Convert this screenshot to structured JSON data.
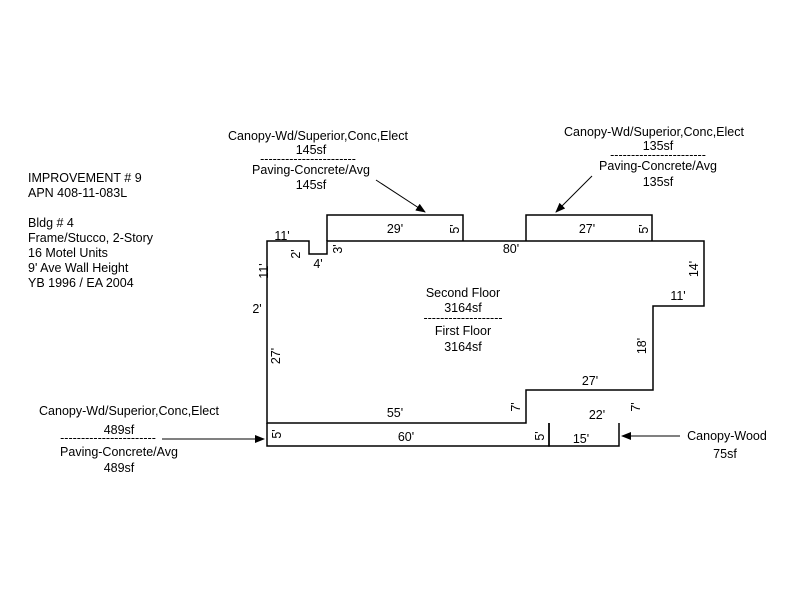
{
  "info": {
    "improvement": "IMPROVEMENT # 9",
    "apn": "APN 408-11-083L",
    "bldg": "Bldg # 4",
    "construction": "Frame/Stucco, 2-Story",
    "units": "16 Motel Units",
    "wall_height": "9' Ave Wall Height",
    "year": "YB 1996 / EA 2004"
  },
  "center": {
    "second_floor": "Second Floor",
    "second_area": "3164sf",
    "divider": "-------------------",
    "first_floor": "First Floor",
    "first_area": "3164sf"
  },
  "callouts": {
    "top_left": {
      "line1": "Canopy-Wd/Superior,Conc,Elect",
      "line2": "145sf",
      "divider": "-----------------------",
      "line3": "Paving-Concrete/Avg",
      "line4": "145sf"
    },
    "top_right": {
      "line1": "Canopy-Wd/Superior,Conc,Elect",
      "line2": "135sf",
      "divider": "-----------------------",
      "line3": "Paving-Concrete/Avg",
      "line4": "135sf"
    },
    "bottom_left": {
      "line1": "Canopy-Wd/Superior,Conc,Elect",
      "line2": "489sf",
      "divider": "-----------------------",
      "line3": "Paving-Concrete/Avg",
      "line4": "489sf"
    },
    "bottom_right": {
      "line1": "Canopy-Wood",
      "line2": "75sf"
    }
  },
  "dimensions": {
    "top_left_11": "11'",
    "left_2_small": "2'",
    "notch_4": "4'",
    "left_11": "11'",
    "left_2": "2'",
    "left_27": "27'",
    "canopy1_29": "29'",
    "canopy1_5": "5'",
    "canopy1_3": "3'",
    "top_80": "80'",
    "canopy2_27": "27'",
    "canopy2_5": "5'",
    "right_14": "14'",
    "right_11": "11'",
    "right_18": "18'",
    "step_27": "27'",
    "step_7_left": "7'",
    "step_7_right": "7'",
    "bottom_55": "55'",
    "bottom_60": "60'",
    "bottom_left_5": "5'",
    "bottom_mid_5": "5'",
    "canopy_22": "22'",
    "canopy_15": "15'"
  }
}
